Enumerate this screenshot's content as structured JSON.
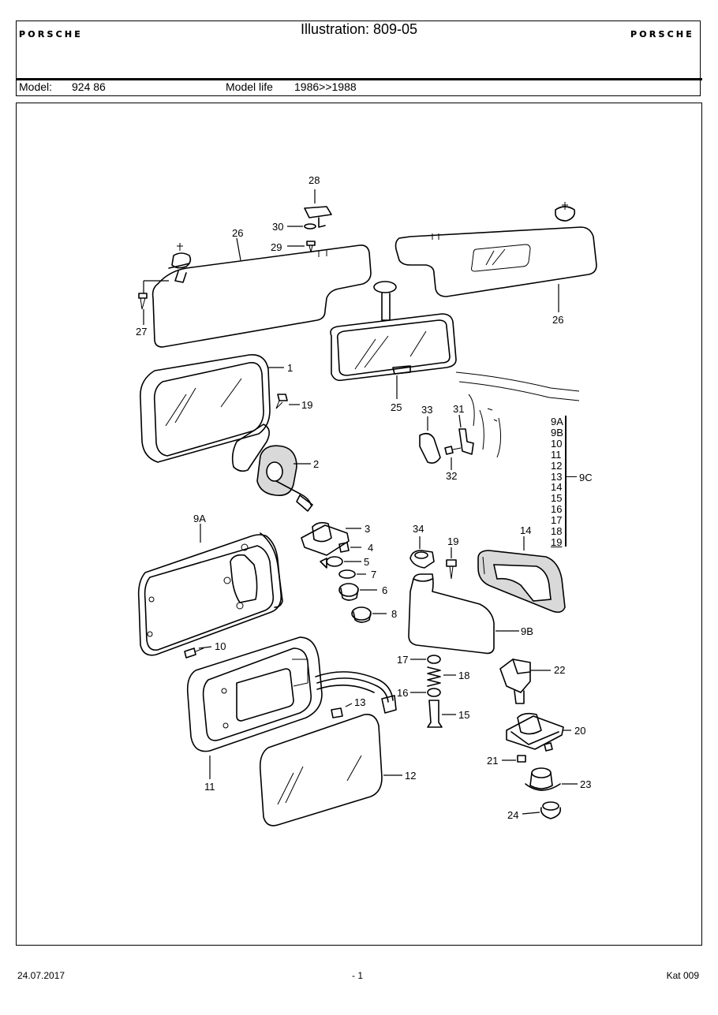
{
  "header": {
    "brand": "PORSCHE",
    "title": "Illustration: 809-05",
    "model_label": "Model:",
    "model_value": "924 86",
    "model_life_label": "Model life",
    "model_life_value": "1986>>1988"
  },
  "callouts": {
    "c1": "1",
    "c2": "2",
    "c3": "3",
    "c4": "4",
    "c5": "5",
    "c6": "6",
    "c7": "7",
    "c8": "8",
    "c9A": "9A",
    "c9B": "9B",
    "c10": "10",
    "c11": "11",
    "c12": "12",
    "c13": "13",
    "c14": "14",
    "c15": "15",
    "c16": "16",
    "c17": "17",
    "c18": "18",
    "c19a": "19",
    "c19b": "19",
    "c20": "20",
    "c21": "21",
    "c22": "22",
    "c23": "23",
    "c24": "24",
    "c25": "25",
    "c26a": "26",
    "c26b": "26",
    "c27": "27",
    "c28": "28",
    "c29": "29",
    "c30": "30",
    "c31": "31",
    "c32": "32",
    "c33": "33",
    "c34": "34"
  },
  "group_9C": {
    "label": "9C",
    "items": [
      "9A",
      "9B",
      "10",
      "11",
      "12",
      "13",
      "14",
      "15",
      "16",
      "17",
      "18",
      "19"
    ]
  },
  "footer": {
    "date": "24.07.2017",
    "page": "- 1",
    "catalog": "Kat 009"
  }
}
